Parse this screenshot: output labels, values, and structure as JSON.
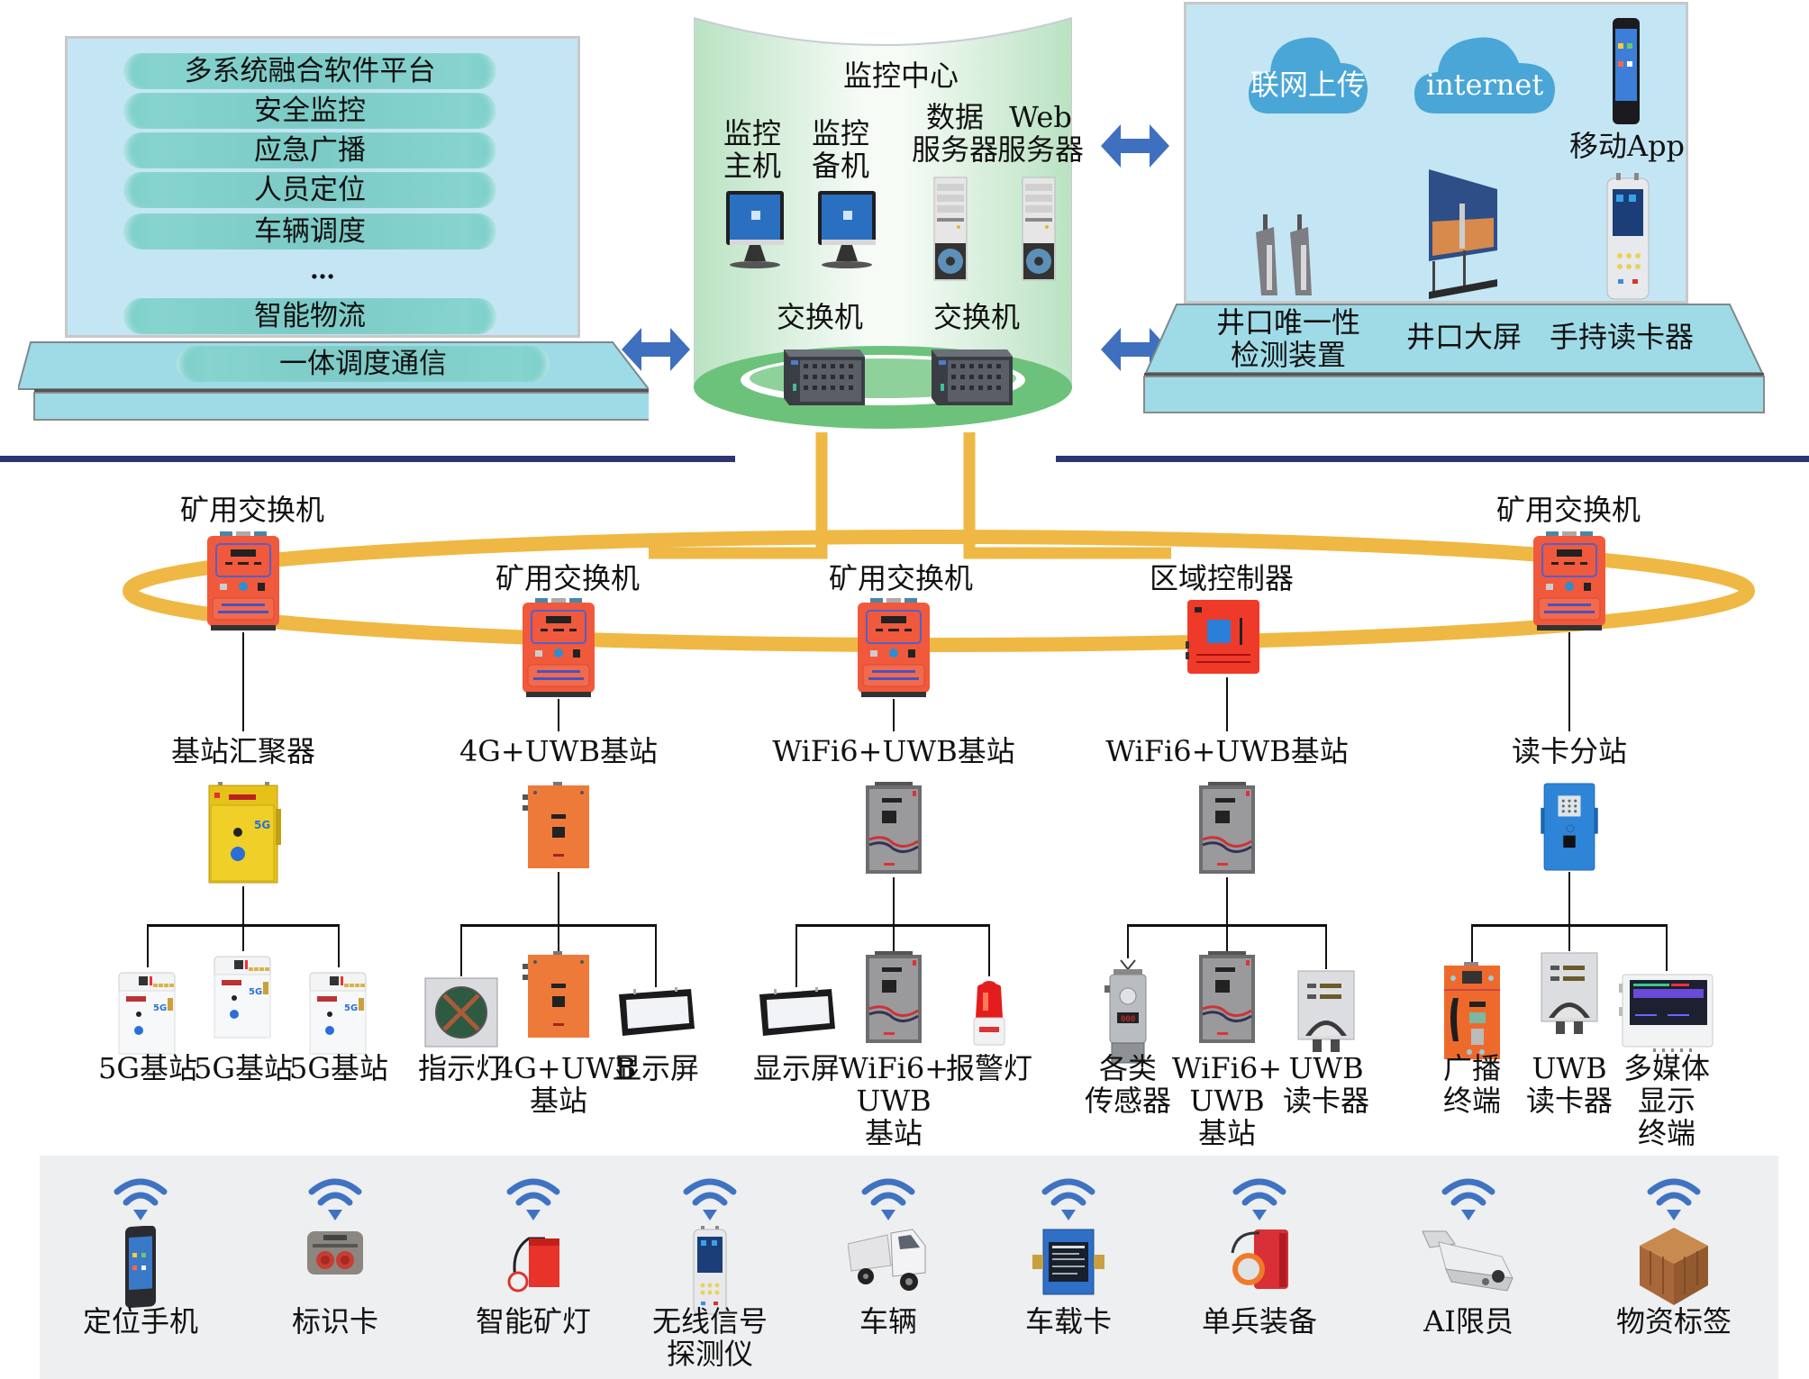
{
  "platform": {
    "layers": [
      "多系统融合软件平台",
      "安全监控",
      "应急广播",
      "人员定位",
      "车辆调度"
    ],
    "ellipsis": "…",
    "layers_bottom": [
      "智能物流"
    ],
    "base_layer": "一体调度通信"
  },
  "monitoring_center": {
    "title": "监控中心",
    "devices": [
      {
        "label": "监控\n主机",
        "icon": "monitor-icon"
      },
      {
        "label": "监控\n备机",
        "icon": "monitor-icon"
      },
      {
        "label": "数据\n服务器",
        "icon": "server-tower-icon"
      },
      {
        "label": "Web\n服务器",
        "icon": "server-tower-icon"
      }
    ],
    "switches": [
      {
        "label": "交换机",
        "icon": "rack-switch-icon"
      },
      {
        "label": "交换机",
        "icon": "rack-switch-icon"
      }
    ]
  },
  "external": {
    "clouds": [
      {
        "label": "联网上传",
        "icon": "cloud-icon"
      },
      {
        "label": "internet",
        "icon": "cloud-icon"
      }
    ],
    "mobile_app": {
      "label": "移动App",
      "icon": "smartphone-icon"
    },
    "devices": [
      {
        "label": "井口唯一性\n检测装置",
        "icon": "turnstile-icon"
      },
      {
        "label": "井口大屏",
        "icon": "video-wall-icon"
      },
      {
        "label": "手持读卡器",
        "icon": "handheld-reader-icon"
      }
    ]
  },
  "ring": {
    "nodes": [
      {
        "label": "矿用交换机",
        "icon": "mine-switch-icon"
      },
      {
        "label": "矿用交换机",
        "icon": "mine-switch-icon"
      },
      {
        "label": "矿用交换机",
        "icon": "mine-switch-icon"
      },
      {
        "label": "区域控制器",
        "icon": "area-controller-icon"
      },
      {
        "label": "矿用交换机",
        "icon": "mine-switch-icon"
      }
    ]
  },
  "branches": [
    {
      "station": {
        "label": "基站汇聚器",
        "icon": "aggregator-icon"
      },
      "children": [
        {
          "label": "5G基站",
          "icon": "5g-station-icon"
        },
        {
          "label": "5G基站",
          "icon": "5g-station-icon"
        },
        {
          "label": "5G基站",
          "icon": "5g-station-icon"
        }
      ]
    },
    {
      "station": {
        "label": "4G+UWB基站",
        "icon": "orange-station-icon"
      },
      "children": [
        {
          "label": "指示灯",
          "icon": "indicator-light-icon"
        },
        {
          "label": "4G+UWB\n基站",
          "icon": "orange-station-icon"
        },
        {
          "label": "显示屏",
          "icon": "display-screen-icon"
        }
      ]
    },
    {
      "station": {
        "label": "WiFi6+UWB基站",
        "icon": "steel-station-icon"
      },
      "children": [
        {
          "label": "显示屏",
          "icon": "display-screen-icon"
        },
        {
          "label": "WiFi6+\nUWB\n基站",
          "icon": "steel-station-icon"
        },
        {
          "label": "报警灯",
          "icon": "alarm-light-icon"
        }
      ]
    },
    {
      "station": {
        "label": "WiFi6+UWB基站",
        "icon": "steel-station-icon"
      },
      "children": [
        {
          "label": "各类\n传感器",
          "icon": "sensor-icon"
        },
        {
          "label": "WiFi6+\nUWB\n基站",
          "icon": "steel-station-icon"
        },
        {
          "label": "UWB\n读卡器",
          "icon": "uwb-reader-icon"
        }
      ]
    },
    {
      "station": {
        "label": "读卡分站",
        "icon": "card-substation-icon"
      },
      "children": [
        {
          "label": "广播\n终端",
          "icon": "broadcast-terminal-icon"
        },
        {
          "label": "UWB\n读卡器",
          "icon": "uwb-reader-icon"
        },
        {
          "label": "多媒体\n显示\n终端",
          "icon": "multimedia-terminal-icon"
        }
      ]
    }
  ],
  "terminals": [
    {
      "label": "定位手机",
      "icon": "smartphone-icon"
    },
    {
      "label": "标识卡",
      "icon": "id-card-icon"
    },
    {
      "label": "智能矿灯",
      "icon": "miner-lamp-icon"
    },
    {
      "label": "无线信号\n探测仪",
      "icon": "signal-detector-icon"
    },
    {
      "label": "车辆",
      "icon": "truck-icon"
    },
    {
      "label": "车载卡",
      "icon": "vehicle-card-icon"
    },
    {
      "label": "单兵装备",
      "icon": "personal-equipment-icon"
    },
    {
      "label": "AI限员",
      "icon": "camera-icon"
    },
    {
      "label": "物资标签",
      "icon": "crate-icon"
    }
  ],
  "colors": {
    "panel_fill": "#c4e6f4",
    "layer_pill": "#7ccac6",
    "cylinder_green": "#6cc27a",
    "ring_cable": "#efb844",
    "divider": "#2e3470",
    "arrow_blue": "#3f6fbf",
    "wifi_blue": "#3f73c2",
    "mine_switch_red": "#f05a3c",
    "terminal_band": "#eeeff1"
  }
}
